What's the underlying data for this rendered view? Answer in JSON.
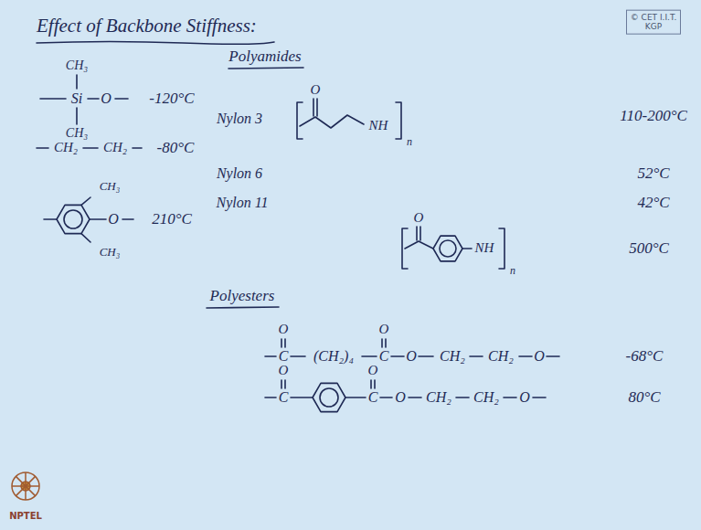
{
  "diagram": {
    "title": "Effect of Backbone Stiffness:",
    "labels": [
      "CH₃",
      "Si",
      "O",
      "CH₃",
      "-120°C",
      "CH₂",
      "CH₂",
      "-80°C",
      "CH₃",
      "O",
      "CH₃",
      "210°C",
      "Polyamides",
      "Nylon 3",
      "O",
      "NH",
      "n",
      "110-200°C",
      "Nylon 6",
      "52°C",
      "Nylon 11",
      "42°C",
      "O",
      "NH",
      "n",
      "500°C",
      "Polyesters",
      "O",
      "O",
      "C",
      "(CH₂)₄",
      "C",
      "O",
      "CH₂",
      "CH₂",
      "O",
      "-68°C",
      "O",
      "O",
      "C",
      "C",
      "O",
      "CH₂",
      "CH₂",
      "O",
      "80°C",
      "© CET I.I.T. KGP",
      "NPTEL"
    ]
  }
}
